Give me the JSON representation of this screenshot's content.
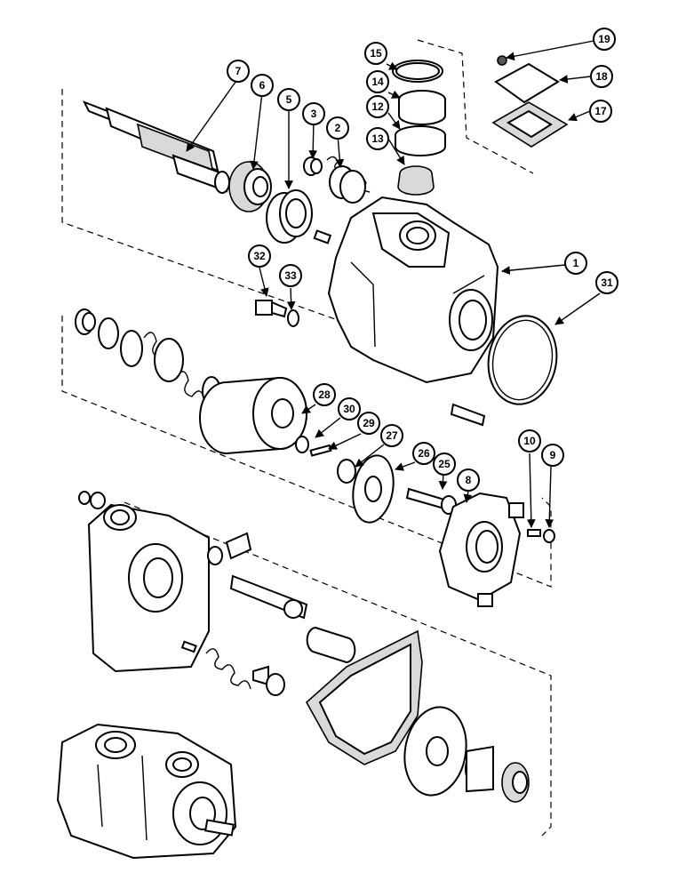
{
  "callouts": [
    "1",
    "2",
    "3",
    "5",
    "6",
    "7",
    "8",
    "9",
    "10",
    "12",
    "13",
    "14",
    "15",
    "17",
    "18",
    "19",
    "25",
    "26",
    "27",
    "28",
    "29",
    "30",
    "31",
    "32",
    "33"
  ]
}
